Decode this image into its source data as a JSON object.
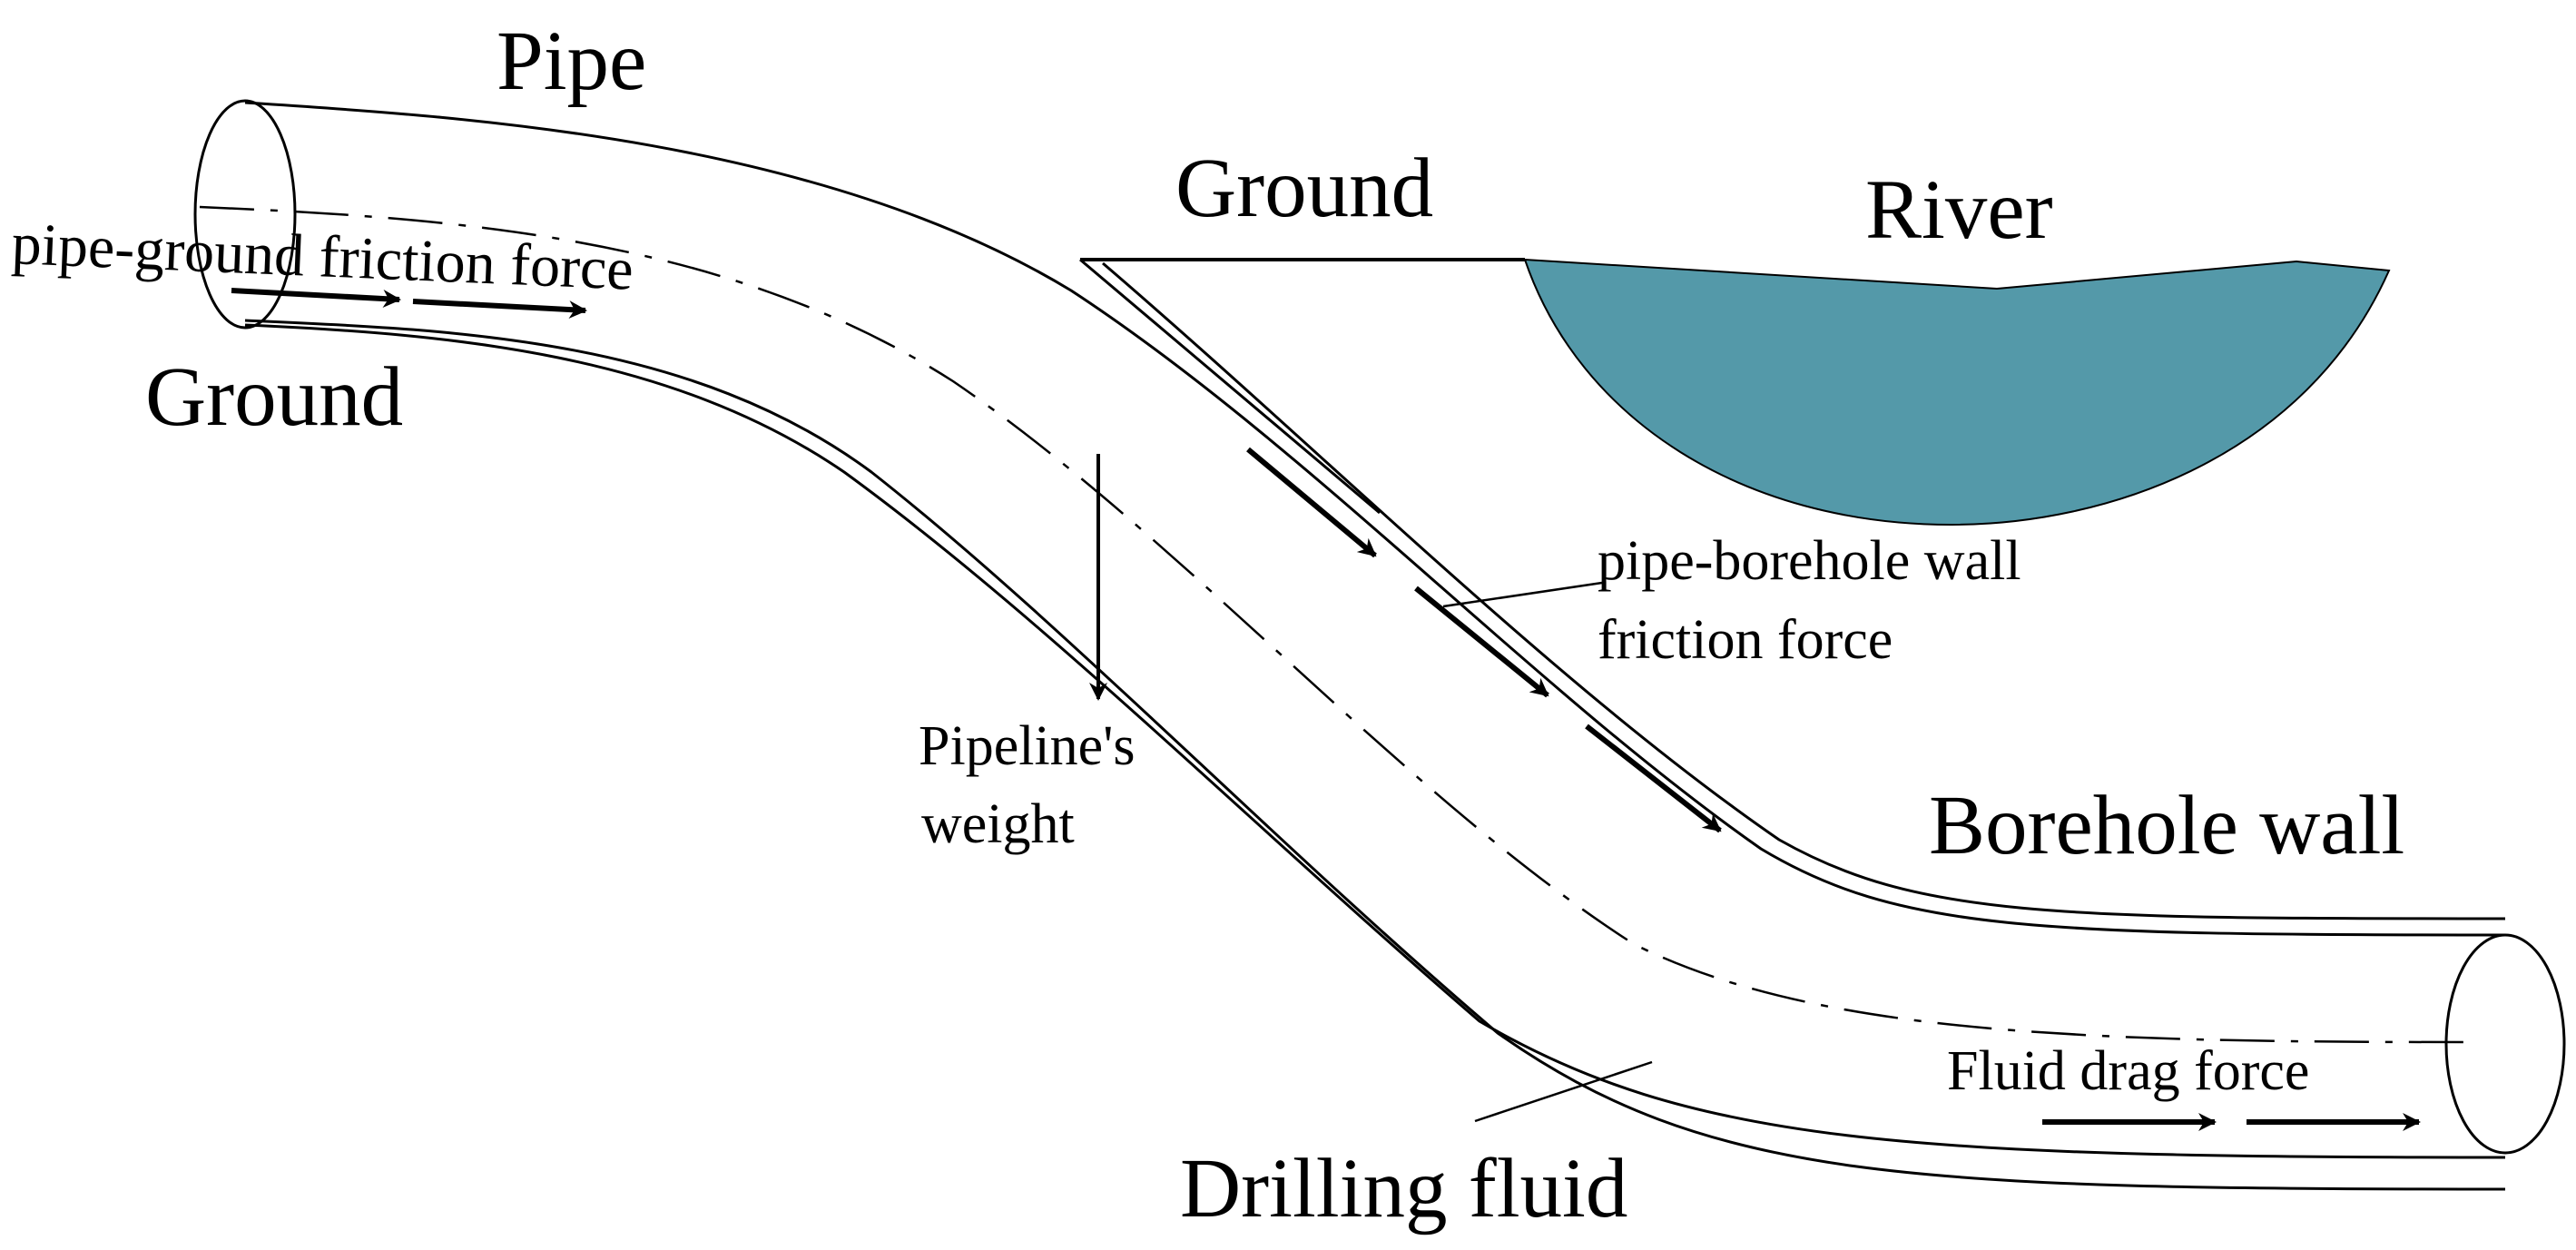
{
  "labels": {
    "pipe": "Pipe",
    "ground_left": "Ground",
    "ground_top": "Ground",
    "river": "River",
    "pipe_ground_friction": "pipe-ground friction force",
    "pipelines_weight_line1": "Pipeline's",
    "pipelines_weight_line2": "weight",
    "pipe_borehole_friction_line1": "pipe-borehole wall",
    "pipe_borehole_friction_line2": "friction force",
    "borehole_wall": "Borehole wall",
    "fluid_drag_force": "Fluid drag force",
    "drilling_fluid": "Drilling fluid"
  },
  "colors": {
    "river_fill": "#5499a9",
    "stroke": "#000000",
    "background": "#ffffff"
  }
}
